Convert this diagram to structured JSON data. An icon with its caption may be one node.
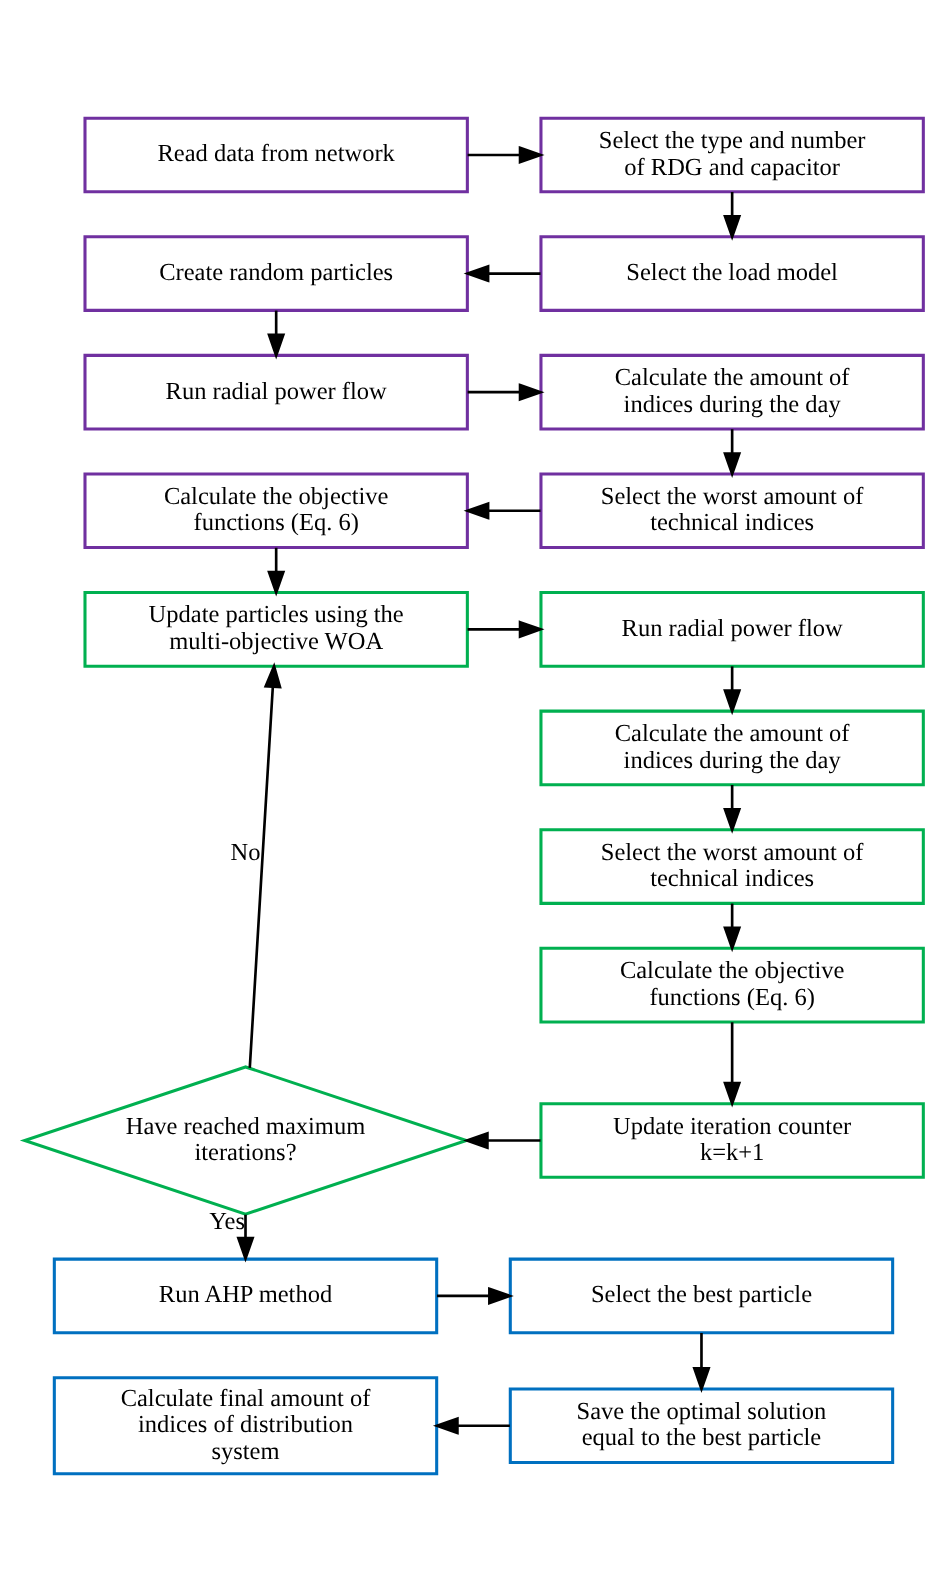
{
  "diagram": {
    "nodes": [
      {
        "text": [
          "Read data from network"
        ]
      },
      {
        "text": [
          "Select the type and number of RDG and capacitor"
        ]
      },
      {
        "text": [
          "Create random particles"
        ]
      },
      {
        "text": [
          "Select the load model"
        ]
      },
      {
        "text": [
          "Run radial power flow"
        ]
      },
      {
        "text": [
          "Calculate the amount of indices during the day"
        ]
      },
      {
        "text": [
          "Calculate the objective functions (Eq. 6)"
        ]
      },
      {
        "text": [
          "Select the worst amount of technical indices"
        ]
      },
      {
        "text": [
          "Update particles using the multi-objective WOA"
        ]
      },
      {
        "text": [
          "Run radial power flow"
        ]
      },
      {
        "text": [
          "Calculate the amount of indices during the day"
        ]
      },
      {
        "text": [
          "Select the worst amount of technical indices"
        ]
      },
      {
        "text": [
          "Calculate the objective functions (Eq. 6)"
        ]
      },
      {
        "text": [
          "Have reached maximum iterations?"
        ]
      },
      {
        "text": [
          "Update iteration counter k=k+1"
        ]
      },
      {
        "text": [
          "Run AHP method"
        ]
      },
      {
        "text": [
          "Select the best particle"
        ]
      },
      {
        "text": [
          "Calculate final amount of indices of distribution system"
        ]
      },
      {
        "text": [
          "Save the optimal solution equal to the best particle"
        ]
      }
    ],
    "edges": [
      {
        "from": 0,
        "to": 1,
        "arrow": "to"
      },
      {
        "from": 1,
        "to": 3,
        "arrow": "to"
      },
      {
        "from": 3,
        "to": 2,
        "arrow": "to"
      },
      {
        "from": 2,
        "to": 4,
        "arrow": "to"
      },
      {
        "from": 4,
        "to": 5,
        "arrow": "to"
      },
      {
        "from": 5,
        "to": 7,
        "arrow": "to"
      },
      {
        "from": 7,
        "to": 6,
        "arrow": "to"
      },
      {
        "from": 6,
        "to": 8,
        "arrow": "to"
      },
      {
        "from": 8,
        "to": 9,
        "arrow": "to"
      },
      {
        "from": 9,
        "to": 10,
        "arrow": "to"
      },
      {
        "from": 10,
        "to": 11,
        "arrow": "to"
      },
      {
        "from": 11,
        "to": 12,
        "arrow": "to"
      },
      {
        "from": 12,
        "to": 14,
        "arrow": "to"
      },
      {
        "from": 14,
        "to": 13,
        "arrow": "to"
      },
      {
        "from": 13,
        "to": 8,
        "arrow": "to",
        "label": "No"
      },
      {
        "from": 13,
        "to": 15,
        "arrow": "to",
        "label": "Yes"
      },
      {
        "from": 15,
        "to": 16,
        "arrow": "to"
      },
      {
        "from": 16,
        "to": 18,
        "arrow": "to"
      },
      {
        "from": 18,
        "to": 17,
        "arrow": "to"
      }
    ]
  }
}
